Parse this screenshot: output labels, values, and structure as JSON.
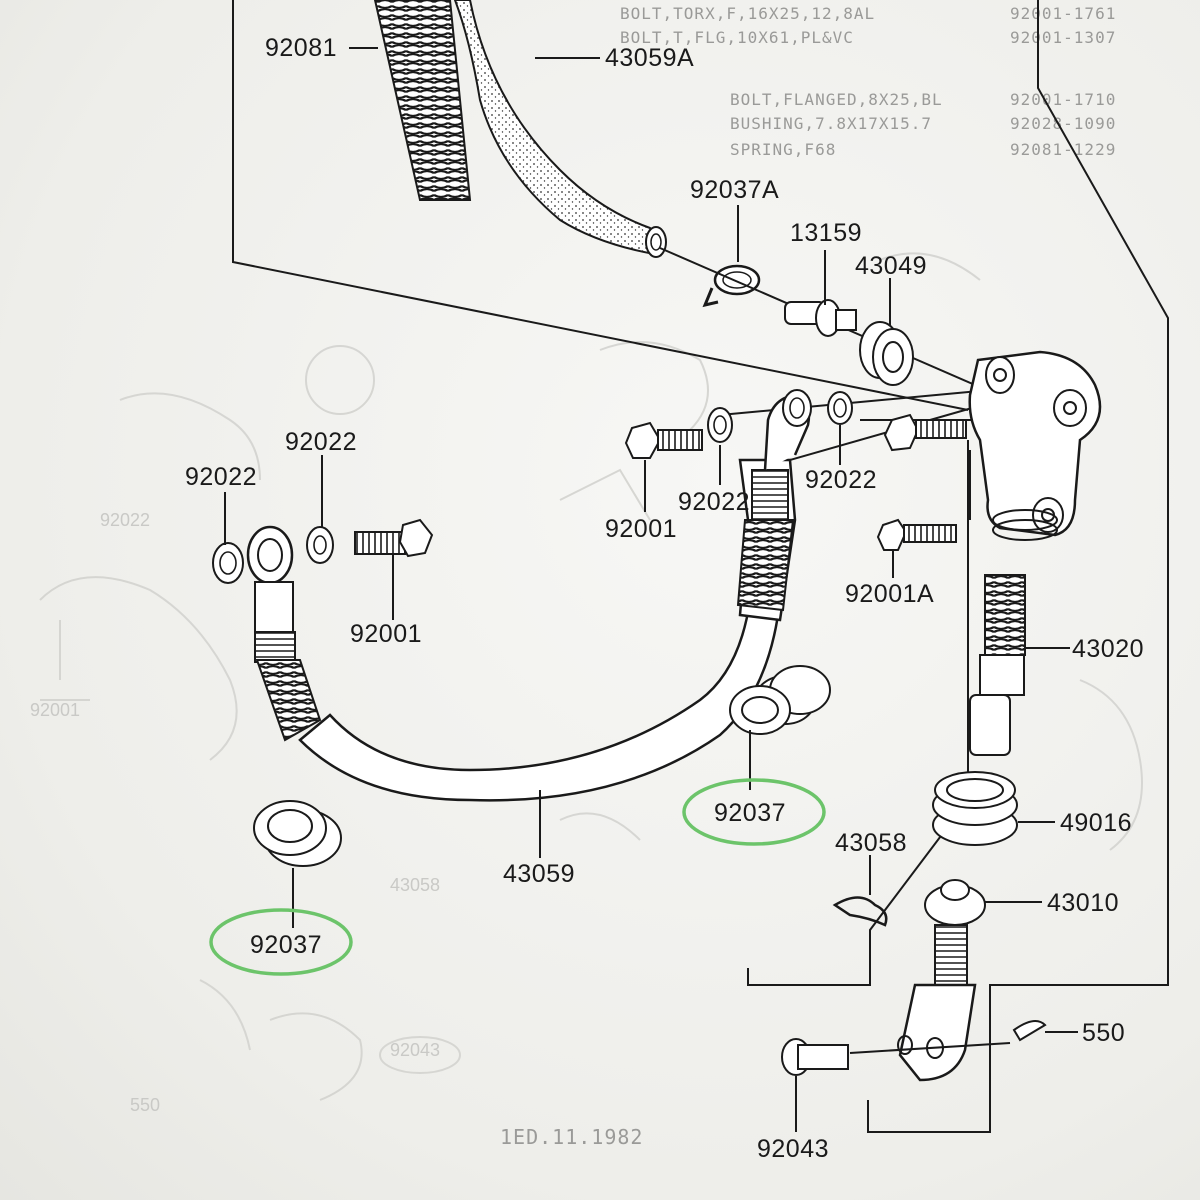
{
  "page": {
    "background_color": "#f1f1ee",
    "highlight_color": "#6cc46a",
    "ink_color": "#1a1a1a"
  },
  "background_text": {
    "row1_left": "BOLT,TORX,F,16X25,12,8AL",
    "row1_right": "92001-1761",
    "row2_left": "BOLT,T,FLG,10X61,PL&VC",
    "row2_right": "92001-1307",
    "row3_left": "BOLT,FLANGED,8X25,BL",
    "row3_right": "92001-1710",
    "row4_left": "BUSHING,7.8X17X15.7",
    "row4_right": "92028-1090",
    "row5_left": "SPRING,F68",
    "row5_right": "92081-1229",
    "footer": "1ED.11.1982"
  },
  "faint_labels": {
    "f1": "92022",
    "f2": "92001",
    "f3": "43058",
    "f4": "550",
    "f5": "92043"
  },
  "labels": {
    "p92081": "92081",
    "p43059A": "43059A",
    "p92037A": "92037A",
    "p13159": "13159",
    "p43049": "43049",
    "p92022_top_left": "92022",
    "p92022_left": "92022",
    "p92001_left": "92001",
    "p92001_mid": "92001",
    "p92022_mid": "92022",
    "p92022_right": "92022",
    "p92001A": "92001A",
    "p43020": "43020",
    "p92037_mid": "92037",
    "p92037_left": "92037",
    "p43059": "43059",
    "p49016": "49016",
    "p43058": "43058",
    "p43010": "43010",
    "p550": "550",
    "p92043": "92043"
  },
  "highlighted_parts": [
    "92037",
    "92037"
  ]
}
